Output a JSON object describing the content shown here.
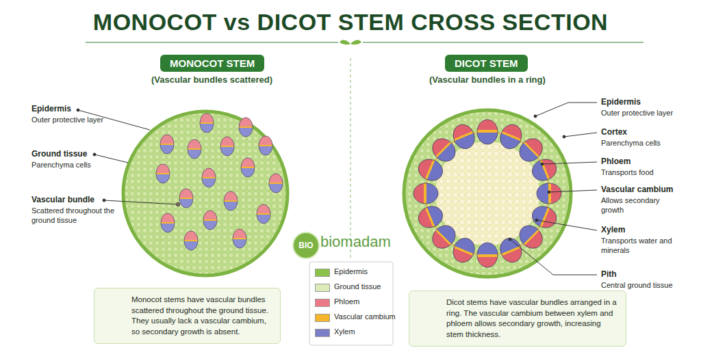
{
  "diagram": {
    "title": "MONOCOT vs DICOT STEM CROSS SECTION",
    "nodes": [
      {
        "text": [
          "MONOCOT STEM"
        ]
      },
      {
        "text": [
          "DICOT STEM"
        ]
      },
      {
        "text": [
          "Monocot stems have vascular bundles scattered throughout the ground tissue. They usually lack a vascular cambium, so secondary growth is absent."
        ]
      },
      {
        "text": [
          "Dicot stems have vascular bundles arranged in a ring. The vascular cambium between xylem and phloem allows secondary growth, increasing stem thickness."
        ]
      },
      {
        "text": [
          "BIO"
        ]
      }
    ],
    "labels": [
      "(Vascular bundles scattered)",
      "Epidermis",
      "Outer protective layer",
      "Ground tissue",
      "Parenchyma cells",
      "Vascular bundle",
      "Scattered throughout the ground tissue",
      "(Vascular bundles in a ring)",
      "Epidermis",
      "Outer protective layer",
      "Cortex",
      "Parenchyma cells",
      "Phloem",
      "Transports food",
      "Vascular cambium",
      "Allows secondary growth",
      "Xylem",
      "Transports water and minerals",
      "Pith",
      "Central ground tissue",
      "biomadam"
    ],
    "legend": [
      {
        "text": "Epidermis",
        "color": "#8bc34a"
      },
      {
        "text": "Ground tissue",
        "color": "#dcebb8"
      },
      {
        "text": "Phloem",
        "color": "#ec7a86"
      },
      {
        "text": "Vascular cambium",
        "color": "#f5b62e"
      },
      {
        "text": "Xylem",
        "color": "#7b7fc8"
      }
    ]
  }
}
